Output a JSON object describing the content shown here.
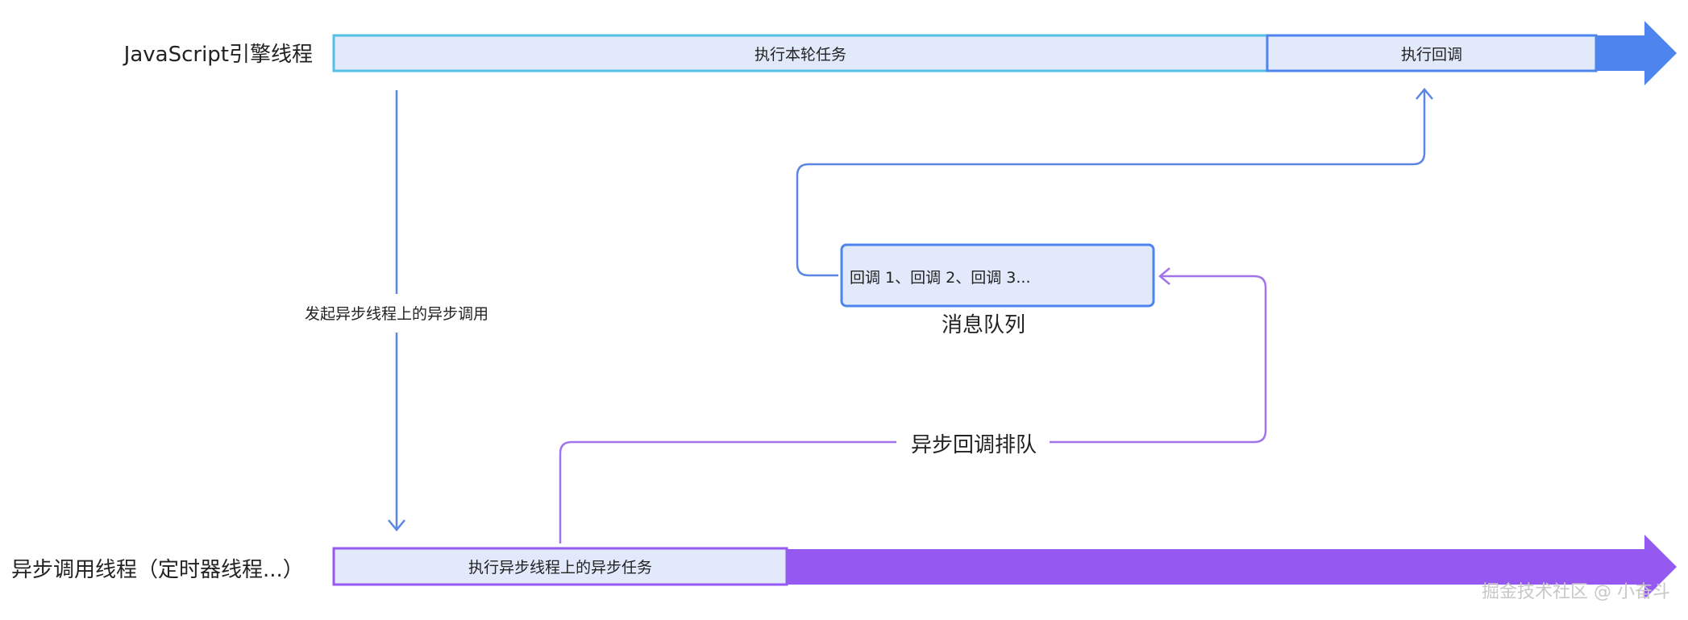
{
  "colors": {
    "box_fill": "#e1e9fb",
    "blue_line": "#5b87e3",
    "blue_arrow": "#4d84ee",
    "cyan_border": "#51c1e6",
    "purple": "#9559f2",
    "purple_line": "#a274ec",
    "text": "#222222",
    "watermark": "#c8c8c8"
  },
  "js_thread": {
    "label": "JavaScript引擎线程",
    "task_current": "执行本轮任务",
    "task_callback": "执行回调"
  },
  "async_thread": {
    "label": "异步调用线程（定时器线程...）",
    "task": "执行异步线程上的异步任务"
  },
  "arrows": {
    "start_async": "发起异步线程上的异步调用",
    "enqueue_callback": "异步回调排队"
  },
  "queue": {
    "content": "回调 1、回调 2、回调 3...",
    "caption": "消息队列"
  },
  "watermark": "掘金技术社区 @ 小奋斗"
}
